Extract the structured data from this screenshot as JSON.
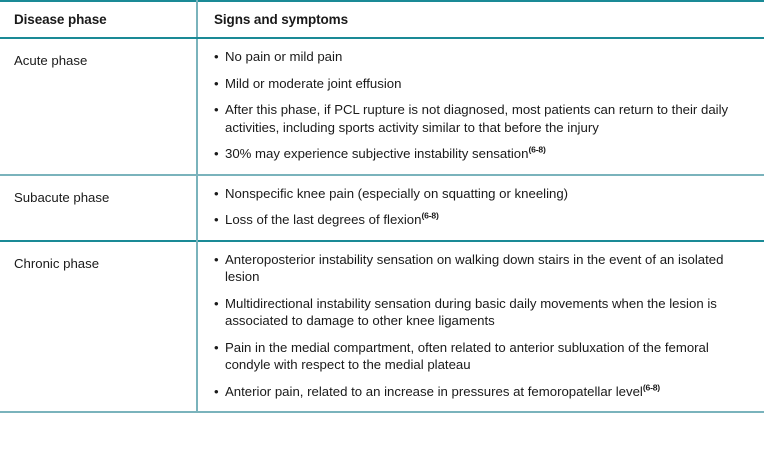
{
  "table": {
    "columns": [
      {
        "label": "Disease phase"
      },
      {
        "label": "Signs and symptoms"
      }
    ],
    "bullet_glyph": "•",
    "citation": "(6-8)",
    "colors": {
      "rule_strong": "#1a8a96",
      "rule_light": "#7ab3bc",
      "text": "#1a1a1a",
      "background": "#ffffff"
    },
    "rows": [
      {
        "phase": "Acute phase",
        "symptoms": [
          {
            "text": "No pain or mild pain",
            "citation": ""
          },
          {
            "text": "Mild or moderate joint effusion",
            "citation": ""
          },
          {
            "text": "After this phase, if PCL rupture is not diagnosed, most patients can return to their daily activities, including sports activity similar to that before the injury",
            "citation": ""
          },
          {
            "text": "30% may experience subjective instability sensation",
            "citation": "(6-8)"
          }
        ]
      },
      {
        "phase": "Subacute phase",
        "symptoms": [
          {
            "text": "Nonspecific knee pain (especially on squatting or kneeling)",
            "citation": ""
          },
          {
            "text": "Loss of the last degrees of flexion",
            "citation": "(6-8)"
          }
        ]
      },
      {
        "phase": "Chronic phase",
        "symptoms": [
          {
            "text": "Anteroposterior instability sensation on walking down stairs in the event of an isolated lesion",
            "citation": ""
          },
          {
            "text": "Multidirectional instability sensation during basic daily movements when the lesion is associated to damage to other knee ligaments",
            "citation": ""
          },
          {
            "text": "Pain in the medial compartment, often related to anterior subluxation of the femoral condyle with respect to the medial plateau",
            "citation": ""
          },
          {
            "text": "Anterior pain, related to an increase in pressures at femoropatellar level",
            "citation": "(6-8)"
          }
        ]
      }
    ]
  }
}
